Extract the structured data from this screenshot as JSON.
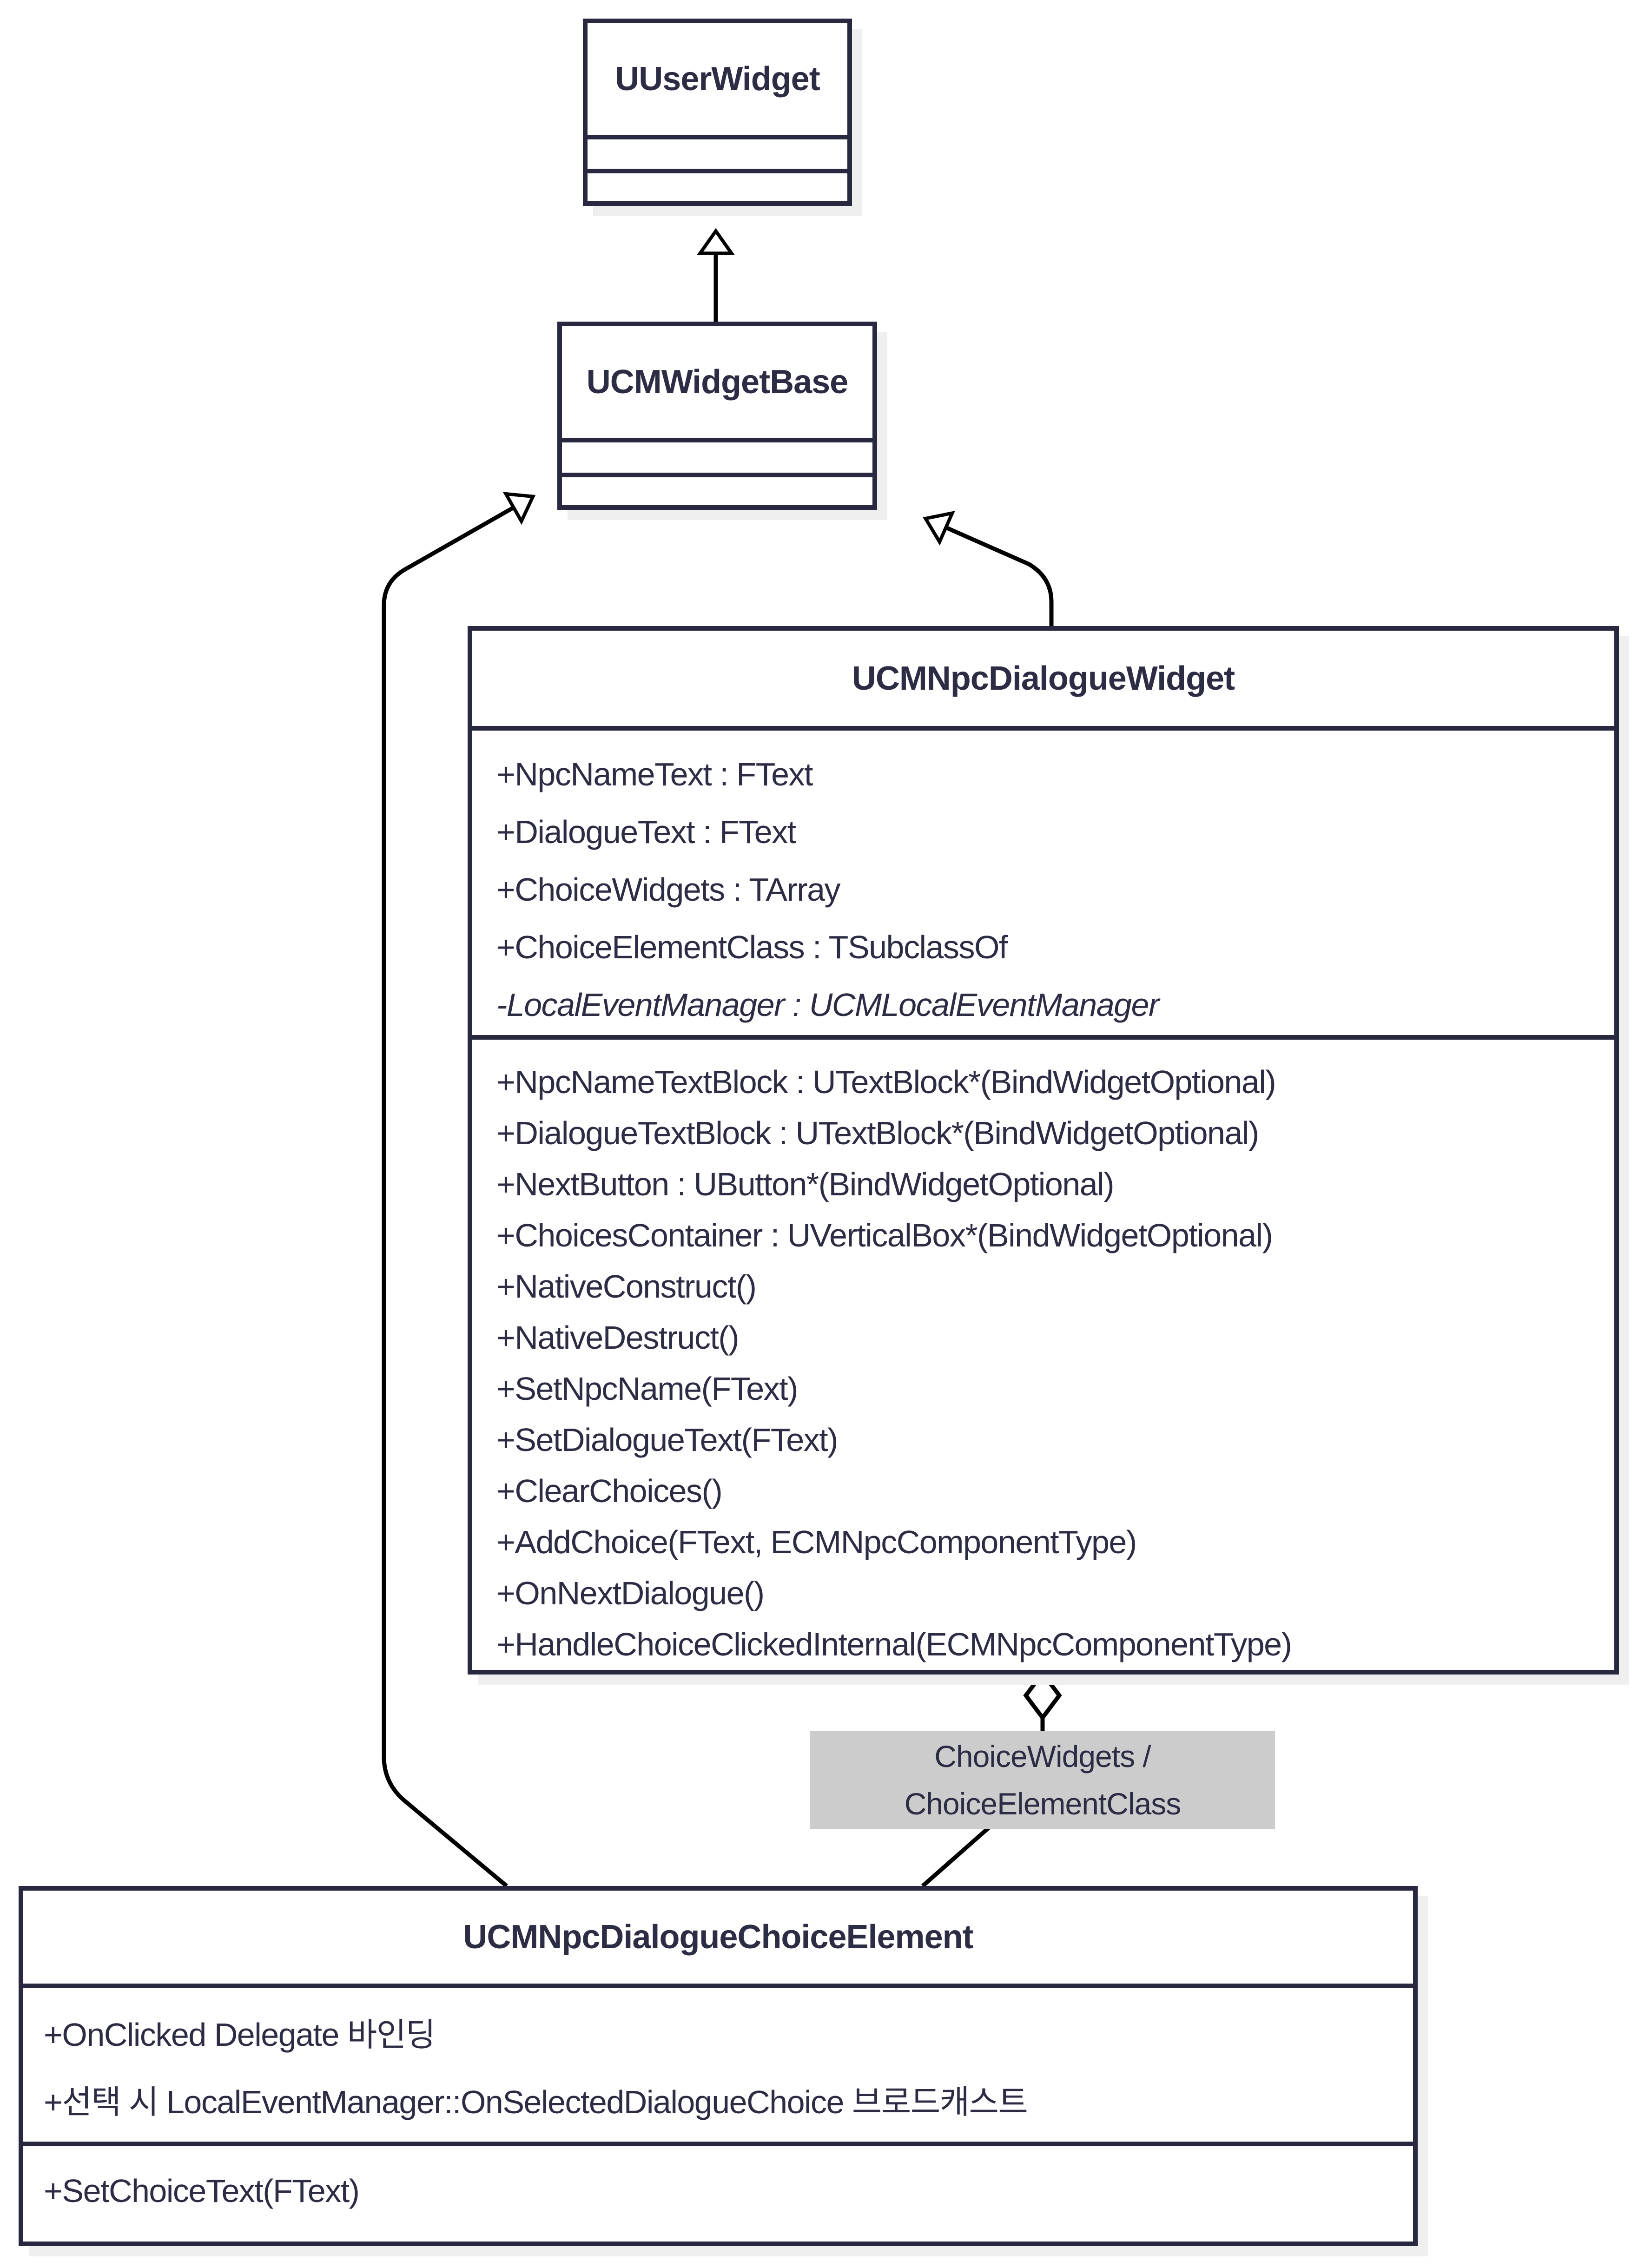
{
  "colors": {
    "border": "#282840",
    "text": "#2c2c45",
    "edge": "#000000",
    "label_bg": "#cccccc",
    "shadow": "#efefef",
    "bg": "#ffffff"
  },
  "classes": {
    "uuserwidget": {
      "title": "UUserWidget",
      "attributes": [],
      "methods": []
    },
    "widgetbase": {
      "title": "UCMWidgetBase",
      "attributes": [],
      "methods": []
    },
    "dialogue_widget": {
      "title": "UCMNpcDialogueWidget",
      "attributes": [
        "+NpcNameText : FText",
        "+DialogueText : FText",
        "+ChoiceWidgets : TArray",
        "+ChoiceElementClass : TSubclassOf",
        {
          "text": "-LocalEventManager : UCMLocalEventManager",
          "italic": true
        }
      ],
      "methods": [
        "+NpcNameTextBlock : UTextBlock*(BindWidgetOptional)",
        "+DialogueTextBlock : UTextBlock*(BindWidgetOptional)",
        "+NextButton : UButton*(BindWidgetOptional)",
        "+ChoicesContainer : UVerticalBox*(BindWidgetOptional)",
        "+NativeConstruct()",
        "+NativeDestruct()",
        "+SetNpcName(FText)",
        "+SetDialogueText(FText)",
        "+ClearChoices()",
        "+AddChoice(FText, ECMNpcComponentType)",
        "+OnNextDialogue()",
        "+HandleChoiceClickedInternal(ECMNpcComponentType)"
      ]
    },
    "choice_element": {
      "title": "UCMNpcDialogueChoiceElement",
      "attributes": [
        "+OnClicked Delegate 바인딩",
        "+선택 시 LocalEventManager::OnSelectedDialogueChoice 브로드캐스트"
      ],
      "methods": [
        "+SetChoiceText(FText)"
      ]
    }
  },
  "edge_label": {
    "line1": "ChoiceWidgets /",
    "line2": "ChoiceElementClass"
  }
}
